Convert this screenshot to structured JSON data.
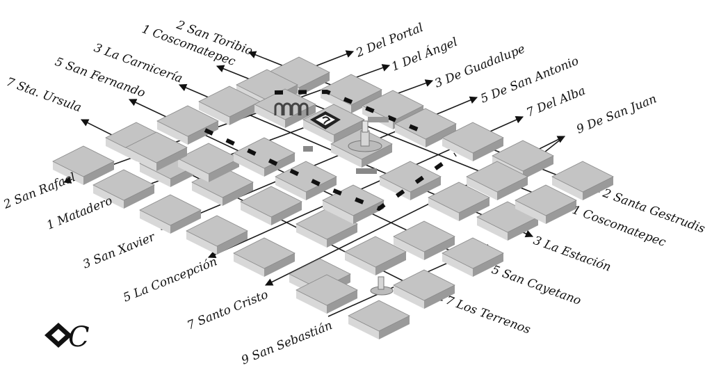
{
  "colors": {
    "block_top": "#c4c4c4",
    "block_side_left": "#d8d8d8",
    "block_side_right": "#9a9a9a",
    "street_line": "#1a1a1a",
    "plaza": "#b5b5b5",
    "dashed_border": "#111111"
  },
  "streets_nw": [
    {
      "label": "2 San Toribio"
    },
    {
      "label": "1 Coscomatepec"
    },
    {
      "label": "3 La Carnicería"
    },
    {
      "label": "5 San Fernando"
    },
    {
      "label": "7 Sta. Ursula"
    }
  ],
  "streets_ne": [
    {
      "label": "2 Del Portal"
    },
    {
      "label": "1 Del Ángel"
    },
    {
      "label": "3 De Guadalupe"
    },
    {
      "label": "5 De San Antonio"
    },
    {
      "label": "7 Del Alba"
    },
    {
      "label": "9 De San Juan"
    }
  ],
  "streets_sw": [
    {
      "label": "2 San Rafael"
    },
    {
      "label": "1 Matadero"
    },
    {
      "label": "3 San Xavier"
    },
    {
      "label": "5 La Concepción"
    },
    {
      "label": "7 Santo Cristo"
    },
    {
      "label": "9 San Sebastián"
    }
  ],
  "streets_se": [
    {
      "label": "2 Santa Gestrudis"
    },
    {
      "label": "1 Coscomatepec"
    },
    {
      "label": "3 La Estación"
    },
    {
      "label": "5 San Cayetano"
    },
    {
      "label": "7 Los Terrenos"
    }
  ],
  "logo": {
    "icon": "emblem-icon",
    "letter": "C"
  }
}
